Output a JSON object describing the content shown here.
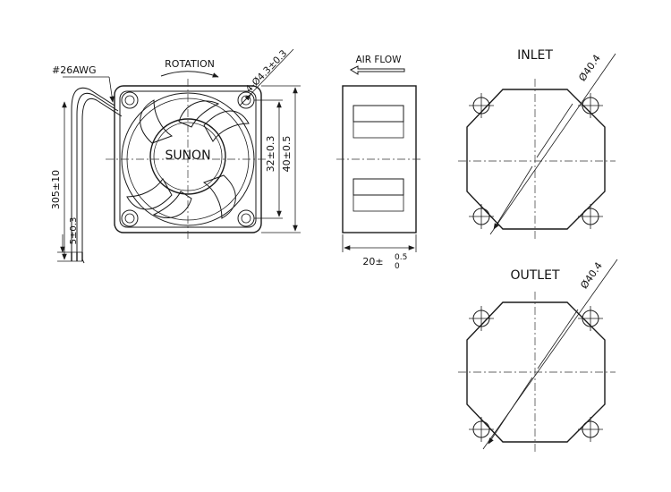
{
  "labels": {
    "awg": "#26AWG",
    "rotation": "ROTATION",
    "mount_hole": "4-Ø4.3±0.3",
    "brand": "SUNON",
    "hole_spacing": "32±0.3",
    "frame_size": "40±0.5",
    "lead_length": "305±10",
    "lead_strip": "5±0.3",
    "airflow": "AIR FLOW",
    "thickness_base": "20±",
    "thickness_upper": "0.5",
    "thickness_lower": "0",
    "inlet": "INLET",
    "inlet_dia": "Ø40.4",
    "outlet": "OUTLET",
    "outlet_dia": "Ø40.4"
  }
}
